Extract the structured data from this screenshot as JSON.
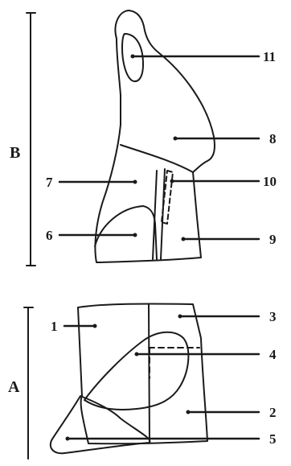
{
  "groups": [
    {
      "id": "B",
      "label": "B"
    },
    {
      "id": "A",
      "label": "A"
    }
  ],
  "callouts": [
    {
      "id": "11",
      "label": "11",
      "group": "B"
    },
    {
      "id": "8",
      "label": "8",
      "group": "B"
    },
    {
      "id": "7",
      "label": "7",
      "group": "B"
    },
    {
      "id": "10",
      "label": "10",
      "group": "B"
    },
    {
      "id": "6",
      "label": "6",
      "group": "B"
    },
    {
      "id": "9",
      "label": "9",
      "group": "B"
    },
    {
      "id": "1",
      "label": "1",
      "group": "A"
    },
    {
      "id": "3",
      "label": "3",
      "group": "A"
    },
    {
      "id": "4",
      "label": "4",
      "group": "A"
    },
    {
      "id": "2",
      "label": "2",
      "group": "A"
    },
    {
      "id": "5",
      "label": "5",
      "group": "A"
    }
  ],
  "colors": {
    "ink": "#1a1a1a",
    "background": "#ffffff"
  }
}
